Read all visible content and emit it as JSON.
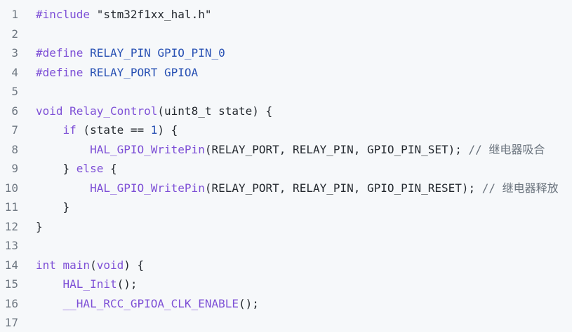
{
  "lines": [
    {
      "n": "1",
      "tokens": [
        [
          "c-purple",
          "#include "
        ],
        [
          "c-dark",
          "\"stm32f1xx_hal.h\""
        ]
      ]
    },
    {
      "n": "2",
      "tokens": []
    },
    {
      "n": "3",
      "tokens": [
        [
          "c-purple",
          "#define "
        ],
        [
          "c-blue",
          "RELAY_PIN GPIO_PIN_0"
        ]
      ]
    },
    {
      "n": "4",
      "tokens": [
        [
          "c-purple",
          "#define "
        ],
        [
          "c-blue",
          "RELAY_PORT GPIOA"
        ]
      ]
    },
    {
      "n": "5",
      "tokens": []
    },
    {
      "n": "6",
      "tokens": [
        [
          "c-purple",
          "void "
        ],
        [
          "c-purple",
          "Relay_Control"
        ],
        [
          "c-dark",
          "(uint8_t state) {"
        ]
      ]
    },
    {
      "n": "7",
      "tokens": [
        [
          "c-dark",
          "    "
        ],
        [
          "c-purple",
          "if"
        ],
        [
          "c-dark",
          " (state == "
        ],
        [
          "c-blue",
          "1"
        ],
        [
          "c-dark",
          ") {"
        ]
      ]
    },
    {
      "n": "8",
      "tokens": [
        [
          "c-dark",
          "        "
        ],
        [
          "c-purple",
          "HAL_GPIO_WritePin"
        ],
        [
          "c-dark",
          "(RELAY_PORT, RELAY_PIN, GPIO_PIN_SET); "
        ],
        [
          "c-gray",
          "// 继电器吸合"
        ]
      ]
    },
    {
      "n": "9",
      "tokens": [
        [
          "c-dark",
          "    } "
        ],
        [
          "c-purple",
          "else"
        ],
        [
          "c-dark",
          " {"
        ]
      ]
    },
    {
      "n": "10",
      "tokens": [
        [
          "c-dark",
          "        "
        ],
        [
          "c-purple",
          "HAL_GPIO_WritePin"
        ],
        [
          "c-dark",
          "(RELAY_PORT, RELAY_PIN, GPIO_PIN_RESET); "
        ],
        [
          "c-gray",
          "// 继电器释放"
        ]
      ]
    },
    {
      "n": "11",
      "tokens": [
        [
          "c-dark",
          "    }"
        ]
      ]
    },
    {
      "n": "12",
      "tokens": [
        [
          "c-dark",
          "}"
        ]
      ]
    },
    {
      "n": "13",
      "tokens": []
    },
    {
      "n": "14",
      "tokens": [
        [
          "c-purple",
          "int "
        ],
        [
          "c-purple",
          "main"
        ],
        [
          "c-dark",
          "("
        ],
        [
          "c-purple",
          "void"
        ],
        [
          "c-dark",
          ") {"
        ]
      ]
    },
    {
      "n": "15",
      "tokens": [
        [
          "c-dark",
          "    "
        ],
        [
          "c-purple",
          "HAL_Init"
        ],
        [
          "c-dark",
          "();"
        ]
      ]
    },
    {
      "n": "16",
      "tokens": [
        [
          "c-dark",
          "    "
        ],
        [
          "c-purple",
          "__HAL_RCC_GPIOA_CLK_ENABLE"
        ],
        [
          "c-dark",
          "();"
        ]
      ]
    },
    {
      "n": "17",
      "tokens": []
    }
  ]
}
